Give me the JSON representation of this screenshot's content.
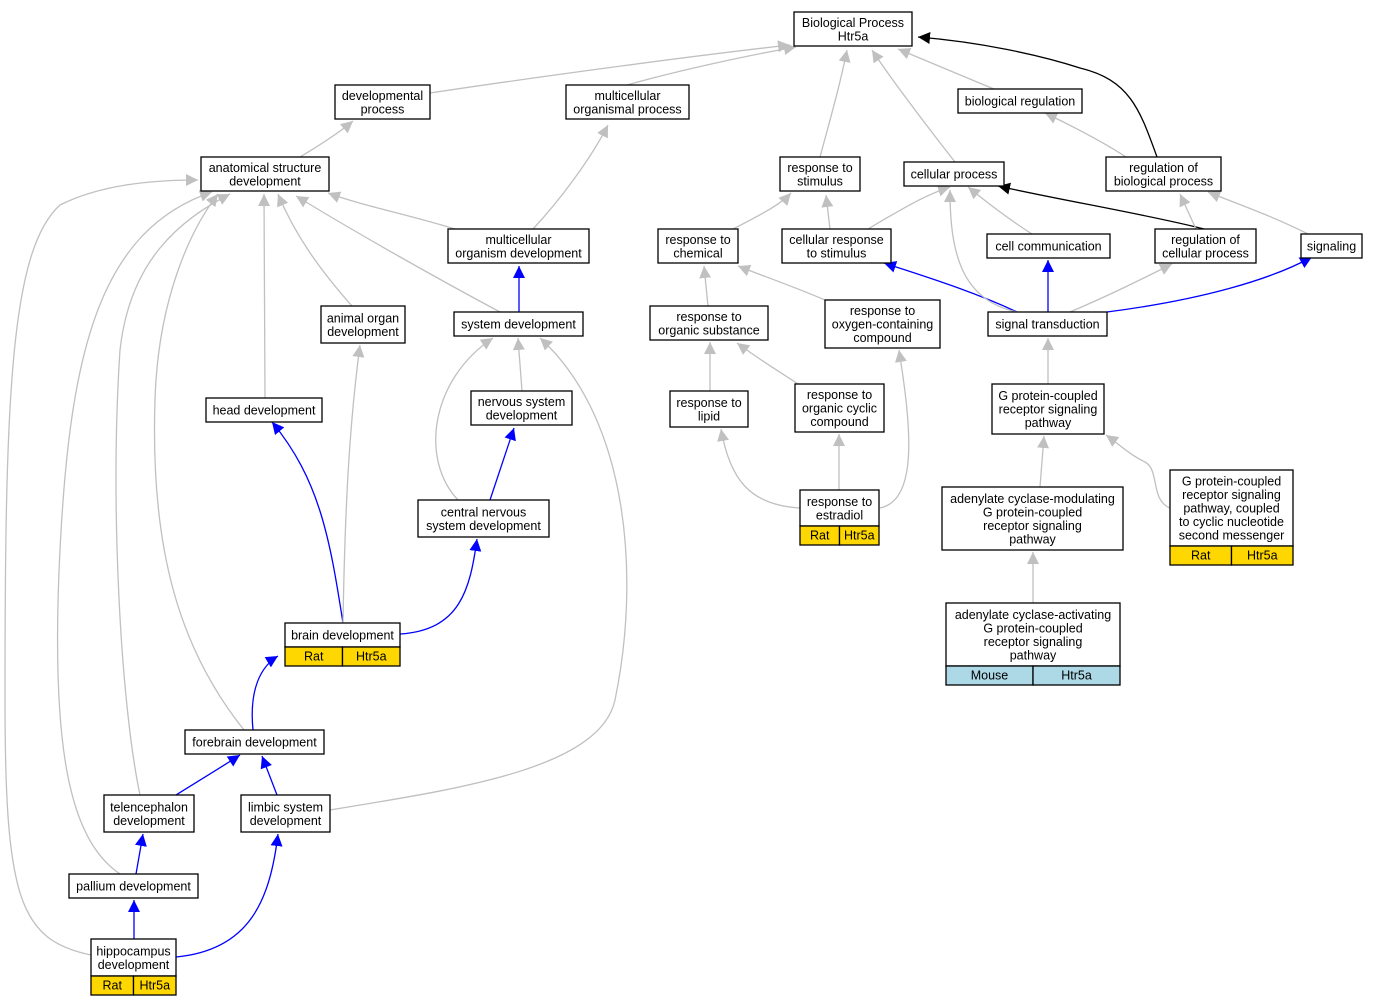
{
  "colors": {
    "grey": "#c0c0c0",
    "blue": "#0000ff",
    "black": "#000000",
    "rat": "#ffd700",
    "mouse": "#add8e6"
  },
  "nodes": {
    "bp": {
      "lines": [
        "Biological Process",
        "Htr5a"
      ]
    },
    "devproc": {
      "lines": [
        "developmental",
        "process"
      ]
    },
    "mop": {
      "lines": [
        "multicellular",
        "organismal process"
      ]
    },
    "bioreg": {
      "lines": [
        "biological regulation"
      ]
    },
    "asd": {
      "lines": [
        "anatomical structure",
        "development"
      ]
    },
    "rts": {
      "lines": [
        "response to",
        "stimulus"
      ]
    },
    "cellproc": {
      "lines": [
        "cellular process"
      ]
    },
    "rbp": {
      "lines": [
        "regulation of",
        "biological process"
      ]
    },
    "mod": {
      "lines": [
        "multicellular",
        "organism development"
      ]
    },
    "rtc": {
      "lines": [
        "response to",
        "chemical"
      ]
    },
    "crts": {
      "lines": [
        "cellular response",
        "to stimulus"
      ]
    },
    "cellcomm": {
      "lines": [
        "cell communication"
      ]
    },
    "rcp": {
      "lines": [
        "regulation of",
        "cellular process"
      ]
    },
    "signaling": {
      "lines": [
        "signaling"
      ]
    },
    "aod": {
      "lines": [
        "animal organ",
        "development"
      ]
    },
    "sysdev": {
      "lines": [
        "system development"
      ]
    },
    "rtos": {
      "lines": [
        "response to",
        "organic substance"
      ]
    },
    "rtocc": {
      "lines": [
        "response to",
        "oxygen-containing",
        "compound"
      ]
    },
    "sigtrans": {
      "lines": [
        "signal transduction"
      ]
    },
    "headdev": {
      "lines": [
        "head development"
      ]
    },
    "nsd": {
      "lines": [
        "nervous system",
        "development"
      ]
    },
    "rtl": {
      "lines": [
        "response to",
        "lipid"
      ]
    },
    "rtocyc": {
      "lines": [
        "response to",
        "organic cyclic",
        "compound"
      ]
    },
    "gpcr": {
      "lines": [
        "G protein-coupled",
        "receptor signaling",
        "pathway"
      ]
    },
    "gpcrcn": {
      "lines": [
        "G protein-coupled",
        "receptor signaling",
        "pathway, coupled",
        "to cyclic nucleotide",
        "second messenger"
      ],
      "tags": [
        "Rat",
        "Htr5a"
      ]
    },
    "cnsd": {
      "lines": [
        "central nervous",
        "system development"
      ]
    },
    "rte": {
      "lines": [
        "response to",
        "estradiol"
      ],
      "tags": [
        "Rat",
        "Htr5a"
      ]
    },
    "acmod": {
      "lines": [
        "adenylate cyclase-modulating",
        "G protein-coupled",
        "receptor signaling",
        "pathway"
      ]
    },
    "braindev": {
      "lines": [
        "brain development"
      ],
      "tags": [
        "Rat",
        "Htr5a"
      ]
    },
    "acact": {
      "lines": [
        "adenylate cyclase-activating",
        "G protein-coupled",
        "receptor signaling",
        "pathway"
      ],
      "tags": [
        "Mouse",
        "Htr5a"
      ]
    },
    "fbd": {
      "lines": [
        "forebrain development"
      ]
    },
    "teld": {
      "lines": [
        "telencephalon",
        "development"
      ]
    },
    "lsd": {
      "lines": [
        "limbic system",
        "development"
      ]
    },
    "palld": {
      "lines": [
        "pallium development"
      ]
    },
    "hippd": {
      "lines": [
        "hippocampus",
        "development"
      ],
      "tags": [
        "Rat",
        "Htr5a"
      ]
    }
  }
}
